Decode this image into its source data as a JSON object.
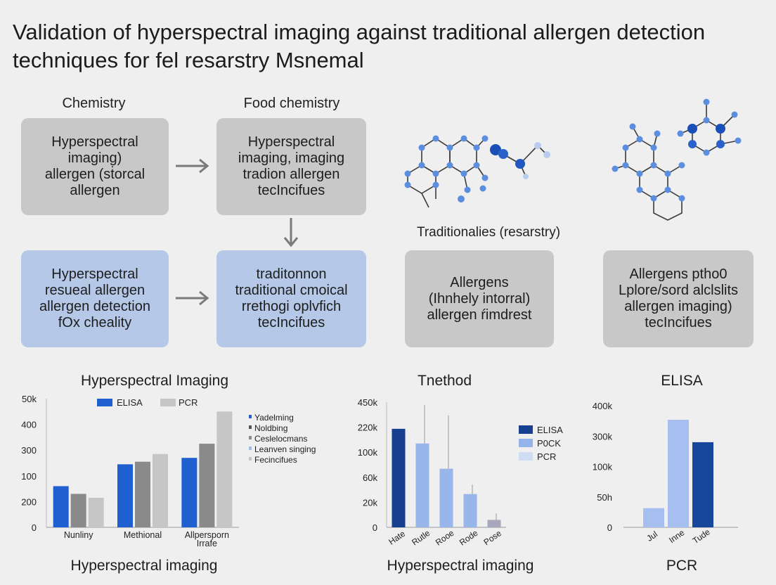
{
  "title": "Validation of hyperspectral imaging against traditional allergen detection techniques for fel resarstry Msnemal",
  "diagram": {
    "col_heads": [
      "Chemistry",
      "Food chemistry"
    ],
    "section_label": "Traditionalies (resarstry)",
    "boxes": [
      {
        "text": "Hyperspectral\nimaging)\nallergen (sṫorcal\nallergen",
        "style": "gray"
      },
      {
        "text": "Hyperspectral\nimaging,  imaging\ntradion allergen\ntecIncifues",
        "style": "gray"
      },
      {
        "text": "Hyperspectral\nresueal allergen\nallergen detection\nfOx cheality",
        "style": "blue"
      },
      {
        "text": "traditonnon\ntraditional cmoical\nrrethogi oplvfich\ntecIncifues",
        "style": "blue"
      },
      {
        "text": "Allergens\n(Ihnhely intorral)\nallergen ŕimdrest",
        "style": "gray"
      },
      {
        "text": "Allergens ptho0\nLplore/sord alclslits\nallergen imaging)\ntecIncifues",
        "style": "gray"
      }
    ],
    "molecule_icons": [
      "molecule-icon",
      "molecule-icon"
    ]
  },
  "chart_data": [
    {
      "type": "bar",
      "title": "Hyperspectral Imaging",
      "footer": "Hyperspectral imaging",
      "ytick_labels": [
        "0",
        "200",
        "100",
        "300",
        "400",
        "50k"
      ],
      "categories": [
        "Nunliny",
        "Methional",
        "Allpersporn\nIrrafe"
      ],
      "legend_top": [
        "ELISA",
        "PCR"
      ],
      "legend_side": [
        "Yadelming",
        "Noldbing",
        "Ceslelocmans",
        "Leanven singing",
        "Fecincifues"
      ],
      "series": [
        {
          "name": "ELISA",
          "color": "#1f5fd0",
          "values": [
            160,
            245,
            270
          ]
        },
        {
          "name": "",
          "color": "#8a8a8a",
          "values": [
            130,
            255,
            325
          ]
        },
        {
          "name": "PCR",
          "color": "#c6c6c6",
          "values": [
            115,
            285,
            450
          ]
        }
      ],
      "ylim": [
        0,
        500
      ]
    },
    {
      "type": "bar",
      "title": "Tnethod",
      "footer": "Hyperspectral imaging",
      "ytick_labels": [
        "0",
        "20k",
        "60k",
        "100k",
        "220k",
        "450k"
      ],
      "categories": [
        "Hate",
        "Rutle",
        "Rooe",
        "Rode",
        "Pose"
      ],
      "legend": [
        "ELISA",
        "P0CK",
        "PCR"
      ],
      "legend_colors": [
        "#163f8f",
        "#93b3ea",
        "#cfdcf3"
      ],
      "values": [
        370,
        315,
        220,
        125,
        28
      ],
      "bar_colors": [
        "#163f8f",
        "#98b6ea",
        "#98b6ea",
        "#98b6ea",
        "#a8a8bc"
      ],
      "whisker_tops": [
        0,
        460,
        420,
        160,
        52
      ],
      "ylim": [
        0,
        470
      ]
    },
    {
      "type": "bar",
      "title": "ELISA",
      "footer": "PCR",
      "ytick_labels": [
        "0",
        "50h",
        "100k",
        "300k",
        "400k"
      ],
      "categories": [
        "Jul",
        "Inne",
        "Tude"
      ],
      "values": [
        30,
        168,
        133
      ],
      "bar_colors": [
        "#a6bff0",
        "#a6bff0",
        "#17479a"
      ],
      "ylim": [
        0,
        190
      ]
    }
  ]
}
